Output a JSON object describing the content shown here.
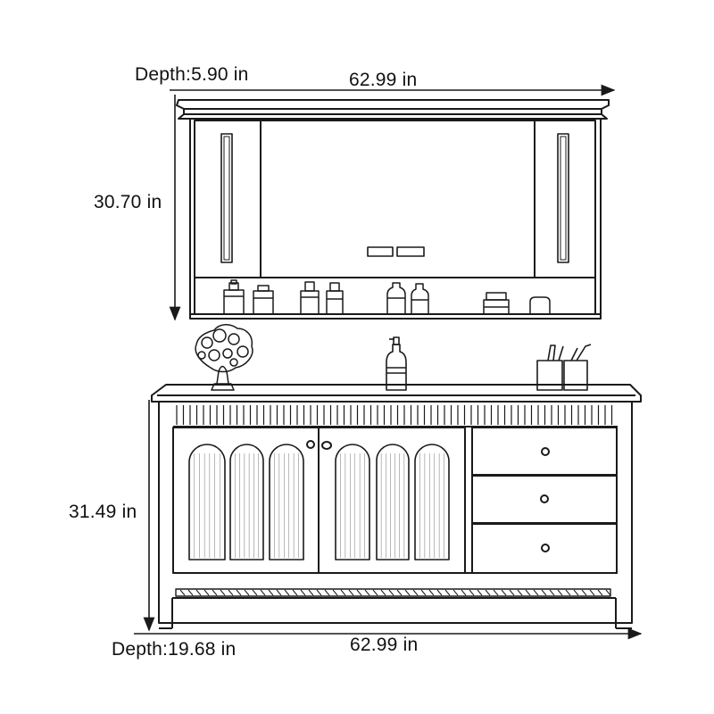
{
  "dimensions": {
    "mirror_depth": "Depth:5.90 in",
    "mirror_width": "62.99 in",
    "mirror_height": "30.70 in",
    "vanity_height": "31.49 in",
    "vanity_depth": "Depth:19.68 in",
    "vanity_width": "62.99 in"
  },
  "colors": {
    "line": "#1a1a1a",
    "background": "#ffffff"
  }
}
